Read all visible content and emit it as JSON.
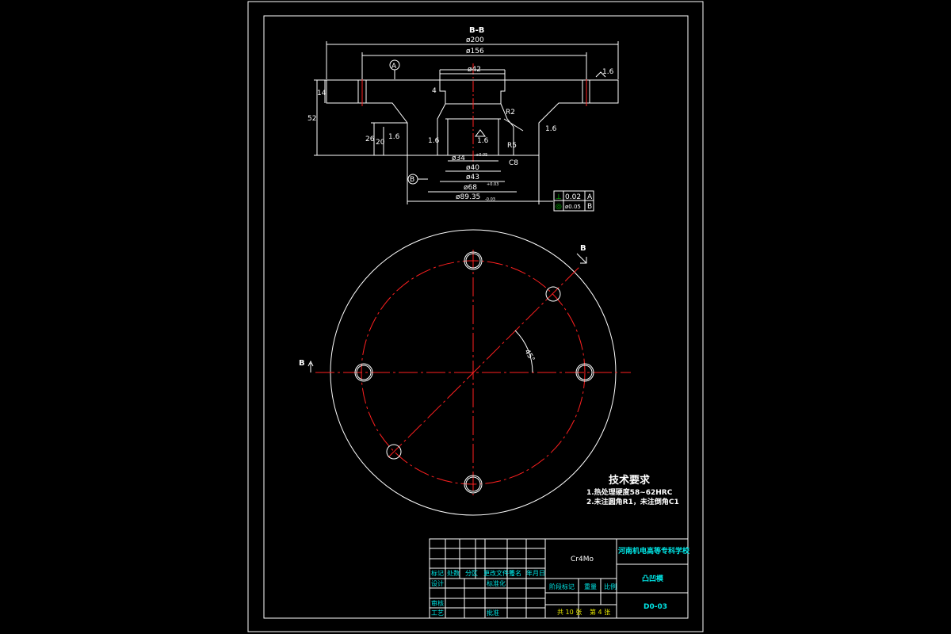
{
  "section_label": "B-B",
  "dimensions": {
    "d200": "ø200",
    "d156": "ø156",
    "d42": "ø42",
    "d34": "ø34",
    "d34_tol": "+0.05",
    "d40": "ø40",
    "d43": "ø43",
    "d68": "ø68",
    "d68_tol": "+0.03",
    "d89": "ø89.35",
    "d89_tol": "-0.03",
    "h52": "52",
    "h14": "14",
    "h4": "4",
    "h26": "26",
    "h20": "20",
    "r2": "R2",
    "r5": "R5",
    "c8": "C8",
    "angle45": "45°",
    "view_b_left": "B",
    "view_b_right": "B"
  },
  "roughness": {
    "r16_a": "1.6",
    "r16_b": "1.6",
    "r16_c": "1.6",
    "r16_d": "1.6",
    "r16_e": "1.6"
  },
  "datums": {
    "a": "A",
    "b": "B"
  },
  "tolerance_frame": {
    "row1_symbol": "⊥",
    "row1_value": "0.02",
    "row1_datum": "A",
    "row2_symbol": "◎",
    "row2_value": "ø0.05",
    "row2_datum": "B"
  },
  "technical_requirements": {
    "title": "技术要求",
    "item1": "1.热处理硬度58~62HRC",
    "item2": "2.未注圆角R1，未注倒角C1"
  },
  "title_block": {
    "material": "Cr4Mo",
    "school": "河南机电高等专科学校",
    "part_name": "凸凹模",
    "drawing_no": "D0-03",
    "h_mark": "标记",
    "h_count": "处数",
    "h_zone": "分区",
    "h_doc": "更改文件号",
    "h_sign": "签名",
    "h_date": "年月日",
    "designer": "设计",
    "standard": "标准化",
    "reviewer": "审核",
    "process": "工艺",
    "approve": "批准",
    "stage_mark": "阶段标记",
    "weight": "重量",
    "scale": "比例",
    "total_sheets": "共 10 张",
    "sheet_no": "第 4 张"
  }
}
